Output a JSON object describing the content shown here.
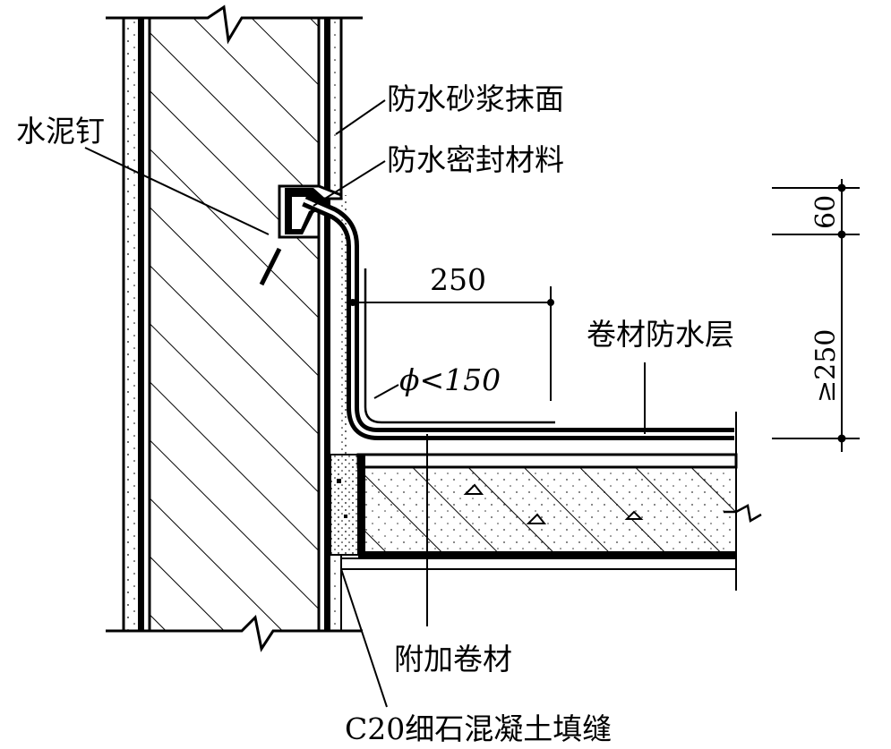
{
  "labels": {
    "waterproof_mortar": "防水砂浆抹面",
    "cement_nail": "水泥钉",
    "sealant": "防水密封材料",
    "membrane_layer": "卷材防水层",
    "additional_membrane": "附加卷材",
    "c20_fill": "C20细石混凝土填缝"
  },
  "dimensions": {
    "d60": "60",
    "d250": "250",
    "d_ge250": "≥250",
    "radius": "ϕ<150"
  },
  "colors": {
    "ink": "#000000",
    "paper": "#ffffff"
  }
}
